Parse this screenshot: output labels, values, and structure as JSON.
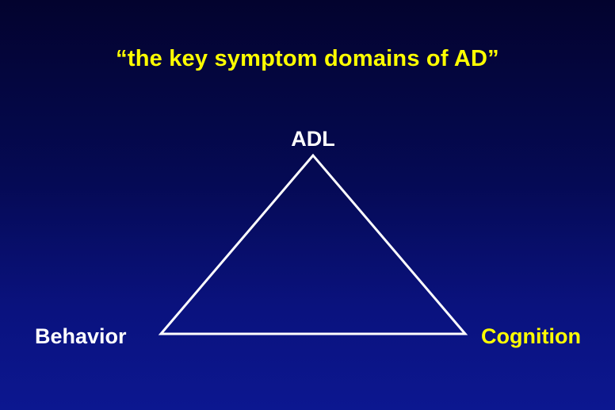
{
  "slide": {
    "title": "“the key symptom domains of AD”",
    "colors": {
      "background_top": "#03032e",
      "background_bottom": "#0c1790",
      "title": "#ffff00",
      "triangle_stroke": "#ffffff"
    }
  },
  "diagram": {
    "vertices": [
      {
        "label": "ADL",
        "color": "#ffffff"
      },
      {
        "label": "Behavior",
        "color": "#ffffff"
      },
      {
        "label": "Cognition",
        "color": "#ffff00"
      }
    ]
  }
}
